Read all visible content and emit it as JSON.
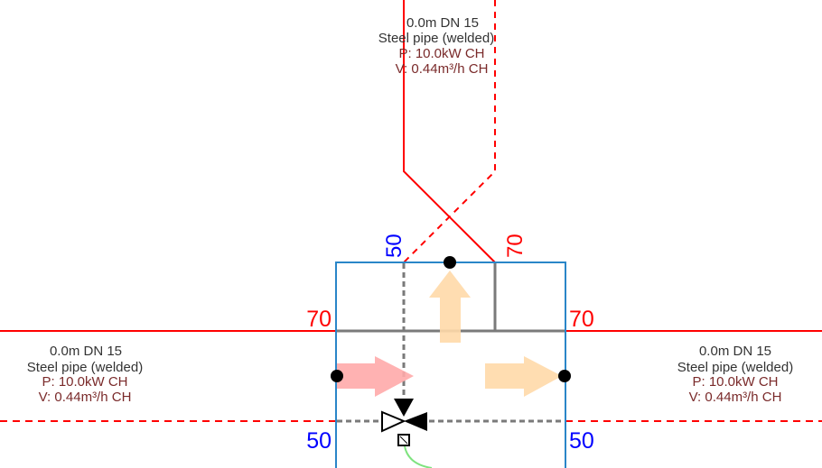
{
  "colors": {
    "supply": "#ff0000",
    "return": "#ff0000",
    "box": "#2a86c8",
    "internal": "#7a7a7a",
    "temp_supply": "#ff0000",
    "temp_return": "#0000ff",
    "label_dark": "#333333",
    "label_flow": "#7a2a2a",
    "arrow_red": "#ffaaaa",
    "arrow_orange": "#ffd9a8",
    "signal": "#7fe37f"
  },
  "pipe_labels": {
    "top": {
      "length_dn": "0.0m DN 15",
      "material": "Steel pipe (welded)",
      "power": "P: 10.0kW CH",
      "volume": "V: 0.44m³/h CH"
    },
    "left": {
      "length_dn": "0.0m DN 15",
      "material": "Steel pipe (welded)",
      "power": "P: 10.0kW CH",
      "volume": "V: 0.44m³/h CH"
    },
    "right": {
      "length_dn": "0.0m DN 15",
      "material": "Steel pipe (welded)",
      "power": "P: 10.0kW CH",
      "volume": "V: 0.44m³/h CH"
    }
  },
  "temperatures": {
    "top_return": "50",
    "top_supply": "70",
    "left_supply": "70",
    "right_supply": "70",
    "left_return": "50",
    "right_return": "50"
  }
}
